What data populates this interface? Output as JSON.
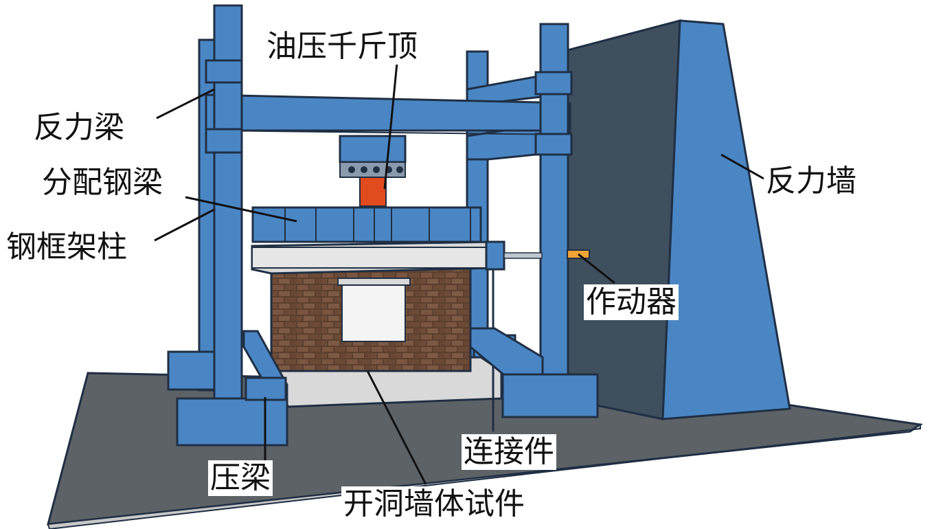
{
  "labels": {
    "jack": "油压千斤顶",
    "reaction_beam": "反力梁",
    "distribution_beam": "分配钢梁",
    "steel_column": "钢框架柱",
    "reaction_wall": "反力墙",
    "actuator": "作动器",
    "connector": "连接件",
    "press_beam": "压梁",
    "wall_specimen": "开洞墙体试件"
  },
  "colors": {
    "steel": "#4a86c4",
    "steel_edge": "#1f2f44",
    "wall_dark": "#3f4f5d",
    "floor": "#5d6266",
    "brick": "#5b3f2e",
    "jack_red": "#e24b1e",
    "actuator_orange": "#f2a336",
    "concrete": "#d9d9d9"
  }
}
